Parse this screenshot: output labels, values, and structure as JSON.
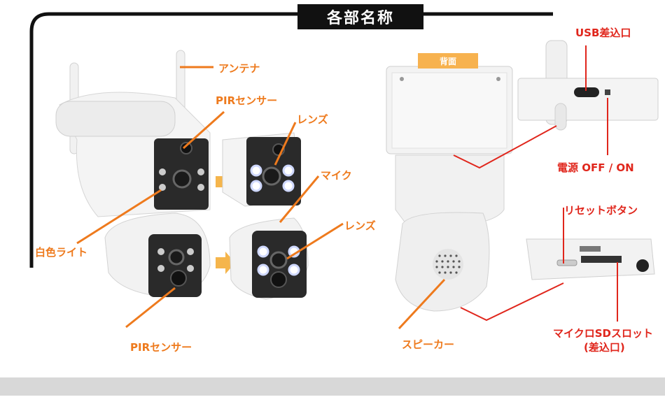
{
  "title": "各部名称",
  "back_badge": "背面",
  "labels": {
    "antenna": "アンテナ",
    "pir_top": "PIRセンサー",
    "lens_top": "レンズ",
    "mic": "マイク",
    "lens_bottom": "レンズ",
    "white_light": "白色ライト",
    "pir_bottom": "PIRセンサー",
    "speaker": "スピーカー",
    "usb_port": "USB差込口",
    "power_switch": "電源 OFF / ON",
    "reset_button": "リセットボタン",
    "sd_slot_line1": "マイクロSDスロット",
    "sd_slot_line2": "(差込口)"
  },
  "colors": {
    "orange": "#ee7a1d",
    "red": "#e0261c",
    "title_bg": "#111111",
    "badge": "#f7b24f"
  }
}
